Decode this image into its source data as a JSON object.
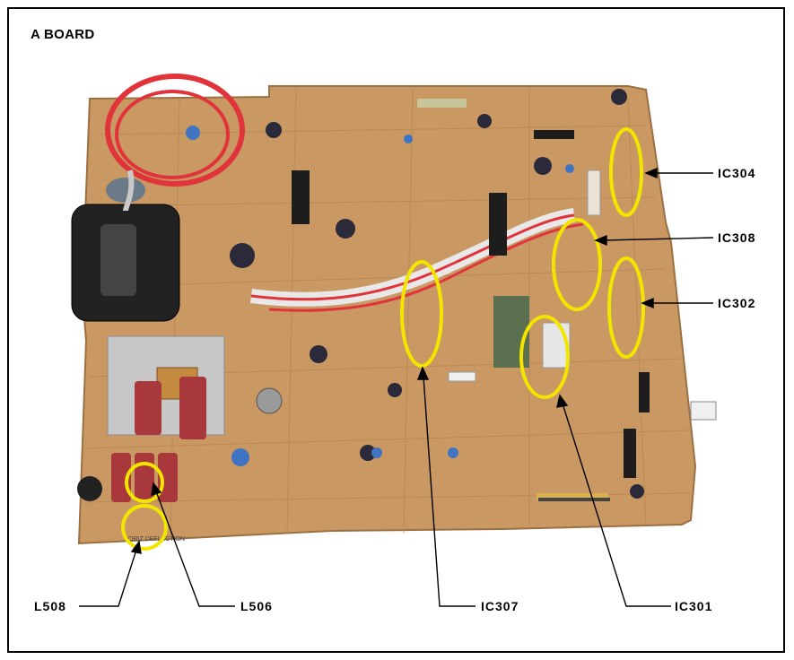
{
  "title": "A BOARD",
  "callouts": {
    "ic304": "IC304",
    "ic308": "IC308",
    "ic302": "IC302",
    "l508": "L508",
    "l506": "L506",
    "ic307": "IC307",
    "ic301": "IC301"
  },
  "board_silkscreen": "HORIZ DEFLECTION",
  "colors": {
    "board": "#c99863",
    "board_dark": "#a87a4a",
    "highlight": "#f2e600",
    "wire_red": "#e0343a",
    "line": "#000000"
  }
}
